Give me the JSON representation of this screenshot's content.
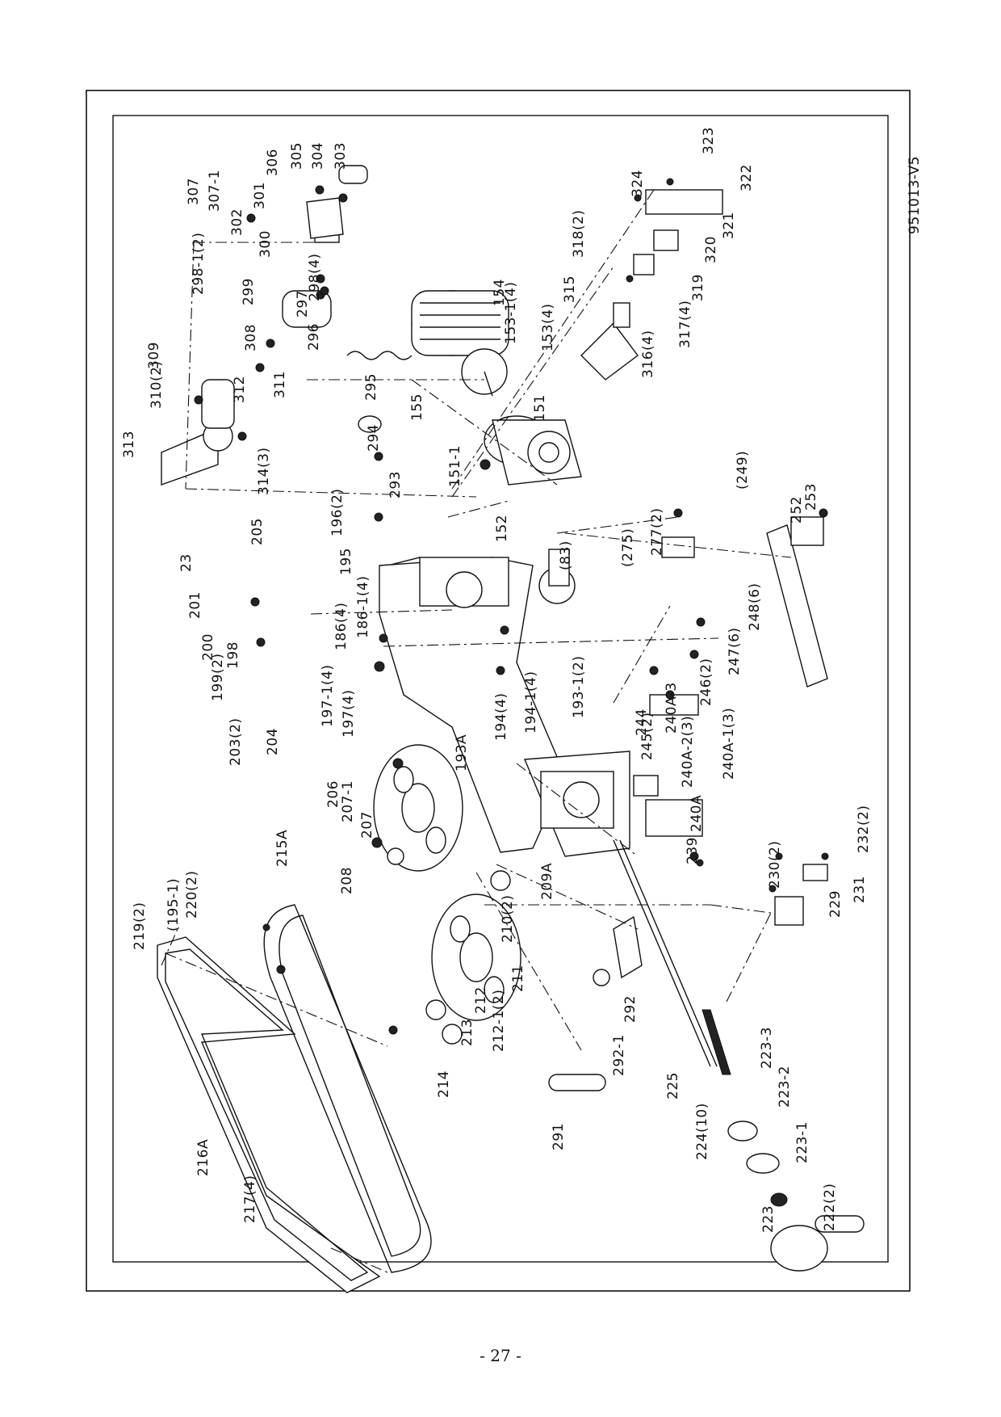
{
  "drawing_code": "951013-V5",
  "page_number": "- 27 -",
  "part_labels": [
    "306",
    "305",
    "304",
    "303",
    "307-1",
    "307",
    "301",
    "302",
    "300",
    "298-1(2)",
    "298(4)",
    "297",
    "299",
    "296",
    "308",
    "309",
    "310(2)",
    "311",
    "312",
    "314(3)",
    "313",
    "295",
    "294",
    "293",
    "154",
    "153-1(4)",
    "153(4)",
    "315",
    "155",
    "151",
    "151-1",
    "152",
    "323",
    "324",
    "322",
    "321",
    "320",
    "319",
    "318(2)",
    "317(4)",
    "316(4)",
    "23",
    "205",
    "201",
    "200",
    "196(2)",
    "195",
    "199(2)",
    "198",
    "186-1(4)",
    "186(4)",
    "203(2)",
    "204",
    "197-1(4)",
    "197(4)",
    "(275)",
    "277(2)",
    "(83)",
    "(249)",
    "252",
    "253",
    "248(6)",
    "247(6)",
    "246(2)",
    "194(4)",
    "194-1(4)",
    "193-1(2)",
    "193A",
    "244",
    "245(2)",
    "240A-3",
    "240A-2(3)",
    "240A-1(3)",
    "240A",
    "239",
    "206",
    "207-1",
    "207",
    "208",
    "215A",
    "209A",
    "210(2)",
    "211",
    "212-1(2)",
    "212",
    "213",
    "214",
    "219(2)",
    "(195-1)",
    "220(2)",
    "216A",
    "217(4)",
    "230(2)",
    "232(2)",
    "231",
    "229",
    "292",
    "292-1",
    "291",
    "225",
    "224(10)",
    "223-3",
    "223-2",
    "223-1",
    "223",
    "222(2)"
  ]
}
